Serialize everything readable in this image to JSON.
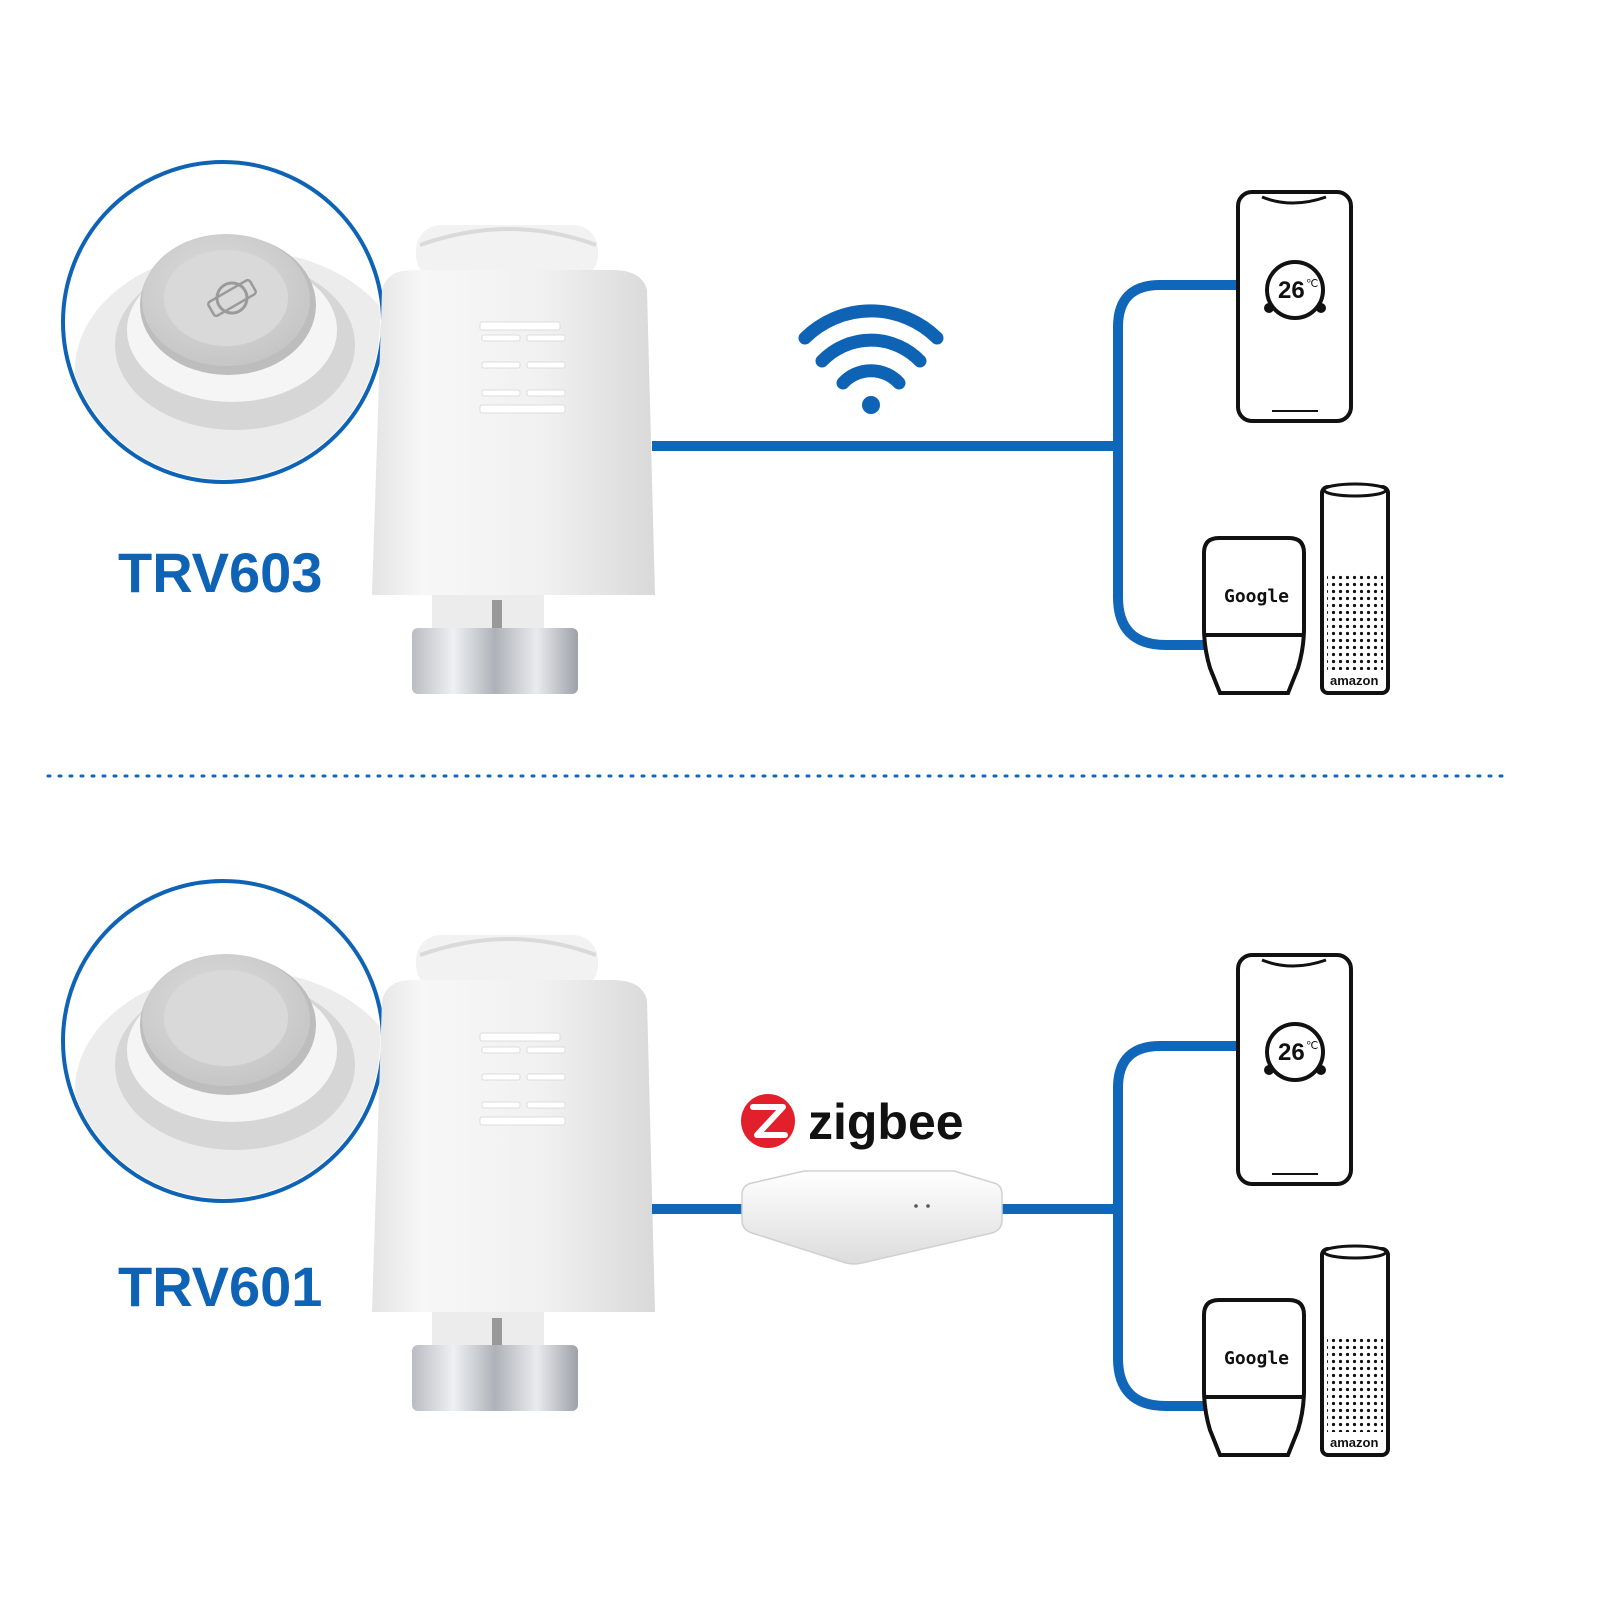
{
  "colors": {
    "brand_blue": "#0e63b4",
    "line_blue": "#1066b8",
    "zigbee_red": "#e2202c",
    "ink": "#111111"
  },
  "sections": [
    {
      "model": "TRV603",
      "connection": "wifi-icon",
      "phone_temp": "26",
      "phone_unit": "℃",
      "speaker_brand": "Google",
      "echo_brand": "amazon"
    },
    {
      "model": "TRV601",
      "connection": "zigbee-hub",
      "connection_label": "zigbee",
      "phone_temp": "26",
      "phone_unit": "℃",
      "speaker_brand": "Google",
      "echo_brand": "amazon"
    }
  ]
}
